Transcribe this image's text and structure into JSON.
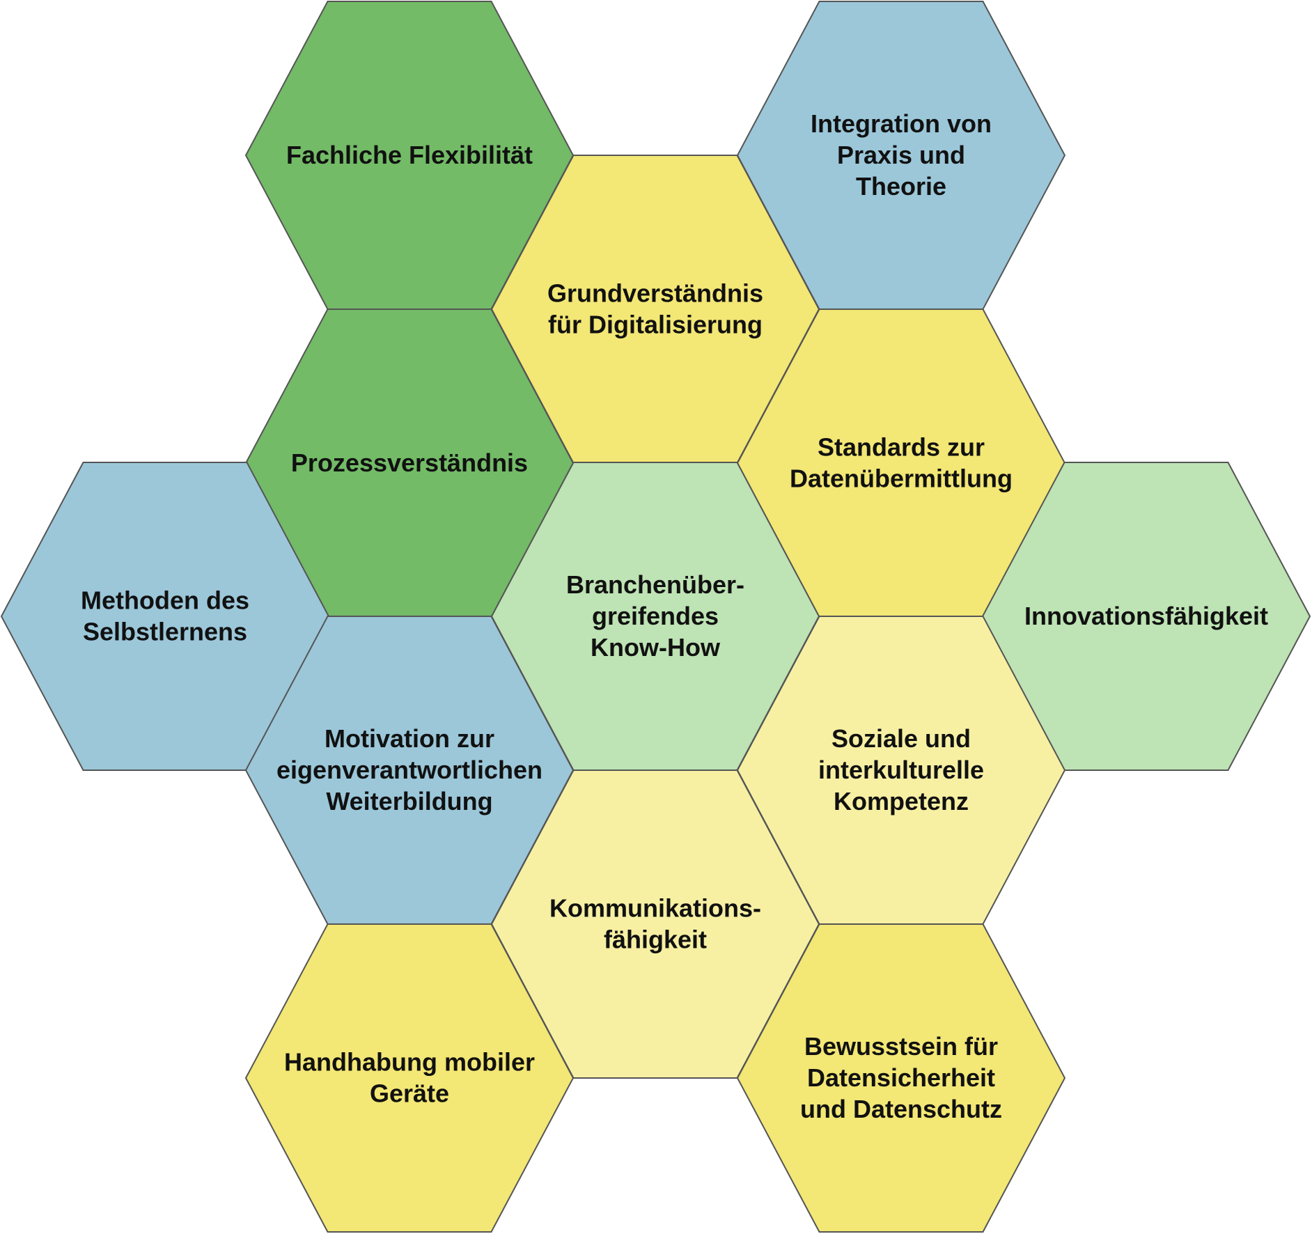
{
  "colors": {
    "dark_green": "#73BB67",
    "light_green": "#BEE3B4",
    "blue": "#9BC7D9",
    "yellow": "#F3E775",
    "light_yellow": "#F7F0A3",
    "outline": "#555555"
  },
  "hexagons": [
    {
      "id": "fachliche-flexibilitaet",
      "color": "dark_green",
      "lines": [
        "Fachliche Flexibilität"
      ]
    },
    {
      "id": "integration-praxis-theorie",
      "color": "blue",
      "lines": [
        "Integration von",
        "Praxis und",
        "Theorie"
      ]
    },
    {
      "id": "grundverstaendnis-digitalisierung",
      "color": "yellow",
      "lines": [
        "Grundverständnis",
        "für Digitalisierung"
      ]
    },
    {
      "id": "prozessverstaendnis",
      "color": "dark_green",
      "lines": [
        "Prozessverständnis"
      ]
    },
    {
      "id": "standards-datenuebermittlung",
      "color": "yellow",
      "lines": [
        "Standards zur",
        "Datenübermittlung"
      ]
    },
    {
      "id": "methoden-selbstlernen",
      "color": "blue",
      "lines": [
        "Methoden des",
        "Selbstlernens"
      ]
    },
    {
      "id": "branchenuebergreifendes-know-how",
      "color": "light_green",
      "lines": [
        "Branchenüber-",
        "greifendes",
        "Know-How"
      ]
    },
    {
      "id": "innovationsfaehigkeit",
      "color": "light_green",
      "lines": [
        "Innovationsfähigkeit"
      ]
    },
    {
      "id": "motivation-weiterbildung",
      "color": "blue",
      "lines": [
        "Motivation zur",
        "eigenverantwortlichen",
        "Weiterbildung"
      ]
    },
    {
      "id": "soziale-interkulturelle-kompetenz",
      "color": "light_yellow",
      "lines": [
        "Soziale und",
        "interkulturelle",
        "Kompetenz"
      ]
    },
    {
      "id": "kommunikationsfaehigkeit",
      "color": "light_yellow",
      "lines": [
        "Kommunikations-",
        "fähigkeit"
      ]
    },
    {
      "id": "handhabung-mobiler-geraete",
      "color": "yellow",
      "lines": [
        "Handhabung mobiler",
        "Geräte"
      ]
    },
    {
      "id": "datensicherheit-datenschutz",
      "color": "yellow",
      "lines": [
        "Bewusstsein für",
        "Datensicherheit",
        "und Datenschutz"
      ]
    }
  ]
}
